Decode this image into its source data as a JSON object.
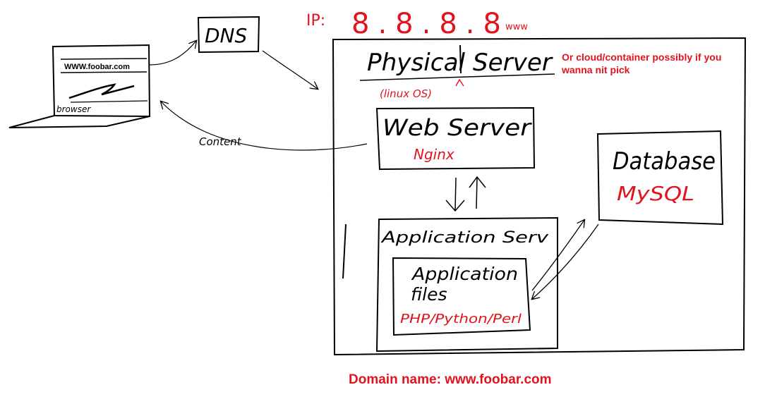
{
  "laptop": {
    "url": "WWW.foobar.com",
    "label": "browser"
  },
  "dns": {
    "label": "DNS"
  },
  "ip": {
    "prefix": "IP:",
    "value": "8.8.8.8",
    "squiggle": "www"
  },
  "content_label": "Content",
  "physical_server": {
    "title": "Physical Server",
    "os": "(linux OS)",
    "note": "Or cloud/container possibly if you wanna nit pick"
  },
  "web_server": {
    "title": "Web Server",
    "software": "Nginx"
  },
  "application_server": {
    "title": "Application Serv",
    "files_title_1": "Application",
    "files_title_2": "files",
    "languages": "PHP/Python/Perl"
  },
  "database": {
    "title": "Database",
    "software": "MySQL"
  },
  "domain_note": "Domain name: www.foobar.com"
}
